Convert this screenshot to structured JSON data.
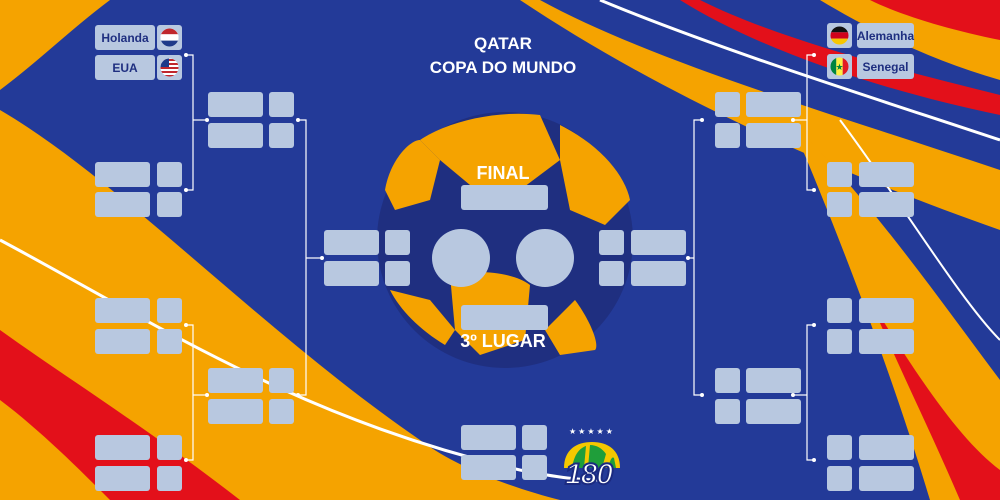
{
  "header": {
    "line1": "QATAR",
    "line2": "COPA DO MUNDO"
  },
  "final_label": "FINAL",
  "third_place_label": "3º LUGAR",
  "teams": {
    "left_top": "Holanda",
    "left_bottom": "EUA",
    "right_top": "Alemanha",
    "right_bottom": "Senegal"
  },
  "flags": {
    "holanda": "netherlands-flag",
    "eua": "usa-flag",
    "alemanha": "germany-flag",
    "senegal": "senegal-flag"
  },
  "logo": {
    "text": "180",
    "stars": "★★★★★"
  },
  "colors": {
    "background": "#233a98",
    "accent_orange": "#f5a300",
    "accent_red": "#e3101a",
    "slot": "#b8c8e0",
    "line": "#ffffff"
  }
}
